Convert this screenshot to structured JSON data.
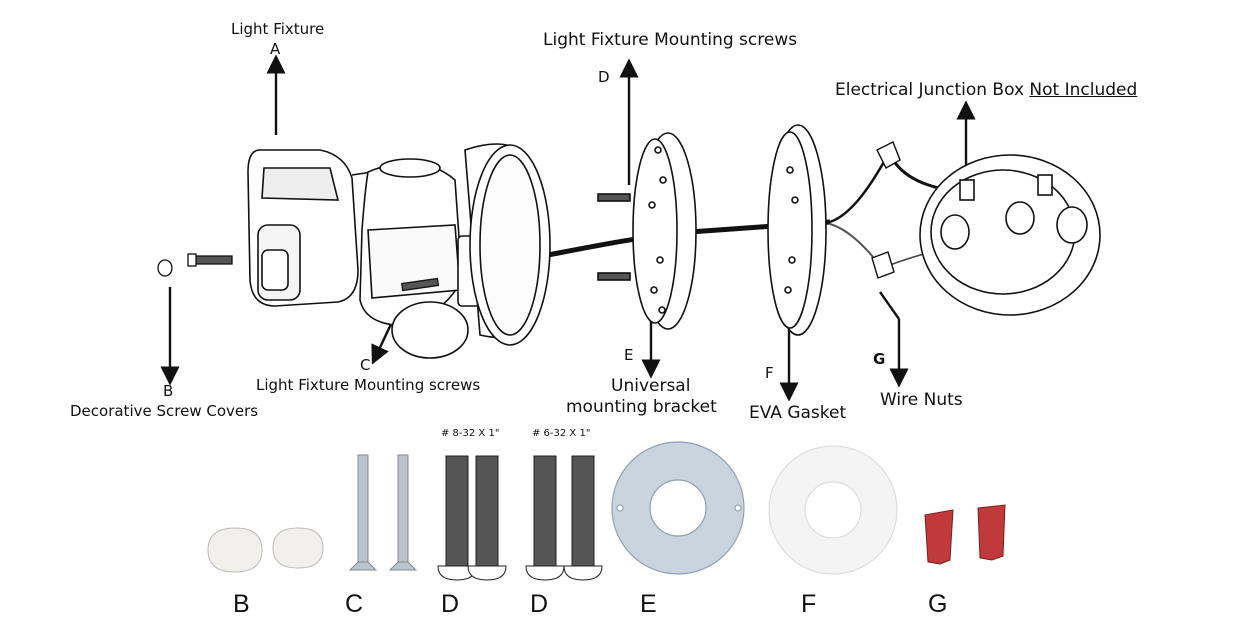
{
  "callouts": {
    "a": {
      "letter": "A",
      "text": "Light Fixture"
    },
    "b": {
      "letter": "B",
      "text": "Decorative Screw Covers"
    },
    "c": {
      "letter": "C",
      "text": "Light Fixture Mounting screws"
    },
    "d": {
      "letter": "D",
      "text": "Light Fixture Mounting screws"
    },
    "e": {
      "letter": "E",
      "text_line1": "Universal",
      "text_line2": "mounting bracket"
    },
    "f": {
      "letter": "F",
      "text": "EVA Gasket"
    },
    "g": {
      "letter": "G",
      "text": "Wire Nuts"
    },
    "junction": {
      "text_prefix": "Electrical Junction Box ",
      "text_underlined": "Not Included"
    }
  },
  "screw_specs": {
    "d1": "# 8-32 X 1\"",
    "d2": "# 6-32 X 1\""
  },
  "parts_row": [
    "B",
    "C",
    "D",
    "D",
    "E",
    "F",
    "G"
  ],
  "colors": {
    "ink": "#111111",
    "cover": "#f2f0ec",
    "steel": "#b9c4cf",
    "bracket": "#c9d4df",
    "wirenut": "#c0393b",
    "gasket": "#f4f4f4"
  }
}
